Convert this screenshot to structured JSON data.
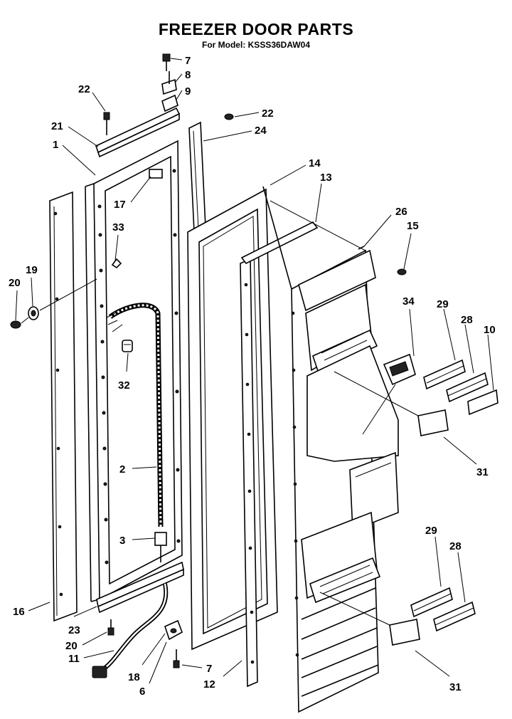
{
  "title": "FREEZER DOOR PARTS",
  "model": "For Model: KSSS36DAW04",
  "callouts": [
    {
      "id": "c7a",
      "label": "7"
    },
    {
      "id": "c8",
      "label": "8"
    },
    {
      "id": "c9",
      "label": "9"
    },
    {
      "id": "c22a",
      "label": "22"
    },
    {
      "id": "c22b",
      "label": "22"
    },
    {
      "id": "c21",
      "label": "21"
    },
    {
      "id": "c24",
      "label": "24"
    },
    {
      "id": "c1",
      "label": "1"
    },
    {
      "id": "c14",
      "label": "14"
    },
    {
      "id": "c13",
      "label": "13"
    },
    {
      "id": "c17",
      "label": "17"
    },
    {
      "id": "c26",
      "label": "26"
    },
    {
      "id": "c15",
      "label": "15"
    },
    {
      "id": "c33",
      "label": "33"
    },
    {
      "id": "c19",
      "label": "19"
    },
    {
      "id": "c20a",
      "label": "20"
    },
    {
      "id": "c34",
      "label": "34"
    },
    {
      "id": "c29a",
      "label": "29"
    },
    {
      "id": "c28a",
      "label": "28"
    },
    {
      "id": "c10",
      "label": "10"
    },
    {
      "id": "c32",
      "label": "32"
    },
    {
      "id": "c31a",
      "label": "31"
    },
    {
      "id": "c2",
      "label": "2"
    },
    {
      "id": "c3",
      "label": "3"
    },
    {
      "id": "c29b",
      "label": "29"
    },
    {
      "id": "c28b",
      "label": "28"
    },
    {
      "id": "c16",
      "label": "16"
    },
    {
      "id": "c23",
      "label": "23"
    },
    {
      "id": "c20b",
      "label": "20"
    },
    {
      "id": "c11",
      "label": "11"
    },
    {
      "id": "c18",
      "label": "18"
    },
    {
      "id": "c7b",
      "label": "7"
    },
    {
      "id": "c6",
      "label": "6"
    },
    {
      "id": "c12",
      "label": "12"
    },
    {
      "id": "c31b",
      "label": "31"
    }
  ]
}
